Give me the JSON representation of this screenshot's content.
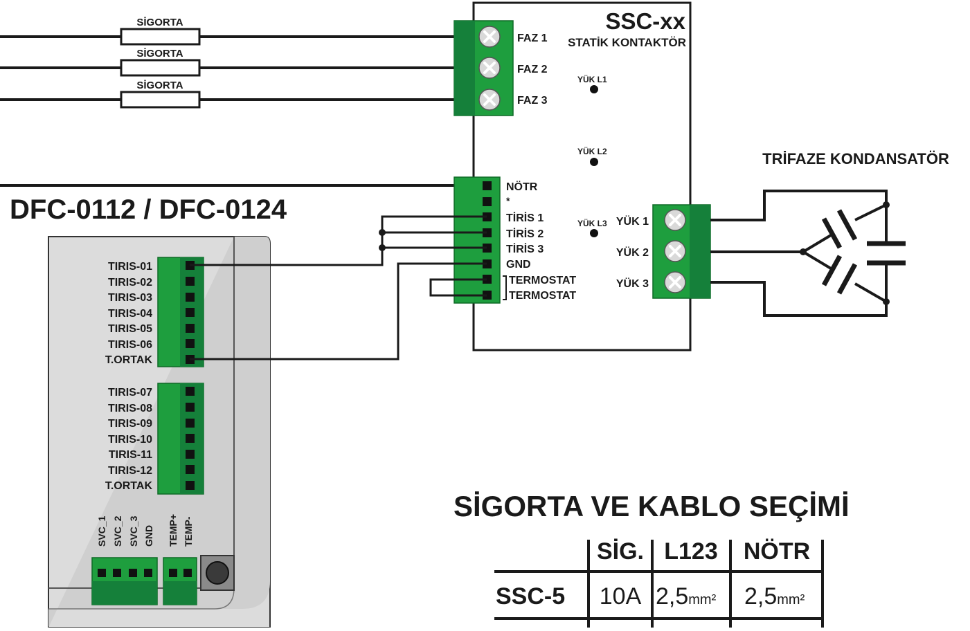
{
  "fuses": {
    "label": "SİGORTA"
  },
  "contactor": {
    "title": "SSC-xx",
    "subtitle": "STATİK KONTAKTÖR",
    "phase_labels": [
      "FAZ 1",
      "FAZ 2",
      "FAZ 3"
    ],
    "load_indicator_labels": [
      "YÜK L1",
      "YÜK L2",
      "YÜK L3"
    ],
    "control_labels": [
      "NÖTR",
      "*",
      "TİRİS 1",
      "TİRİS 2",
      "TİRİS 3",
      "GND",
      "TERMOSTAT",
      "TERMOSTAT"
    ],
    "load_labels": [
      "YÜK 1",
      "YÜK 2",
      "YÜK 3"
    ]
  },
  "capacitor": {
    "title": "TRİFAZE KONDANSATÖR"
  },
  "controller": {
    "title": "DFC-0112 / DFC-0124",
    "terminal_block_1": [
      "TIRIS-01",
      "TIRIS-02",
      "TIRIS-03",
      "TIRIS-04",
      "TIRIS-05",
      "TIRIS-06",
      "T.ORTAK"
    ],
    "terminal_block_2": [
      "TIRIS-07",
      "TIRIS-08",
      "TIRIS-09",
      "TIRIS-10",
      "TIRIS-11",
      "TIRIS-12",
      "T.ORTAK"
    ],
    "bottom_labels_1": [
      "SVC_1",
      "SVC_2",
      "SVC_3",
      "GND"
    ],
    "bottom_labels_2": [
      "TEMP+",
      "TEMP-"
    ]
  },
  "selection_table": {
    "title": "SİGORTA VE KABLO SEÇİMİ",
    "headers": [
      "SİG.",
      "L123",
      "NÖTR"
    ],
    "rows": [
      {
        "model": "SSC-5",
        "fuse": "10A",
        "l123": "2,5",
        "notr": "2,5",
        "unit": "mm²"
      }
    ]
  },
  "colors": {
    "terminal_green": "#1e9e3e",
    "panel_gray": "#dcdcdc",
    "line": "#1a1a1a"
  }
}
